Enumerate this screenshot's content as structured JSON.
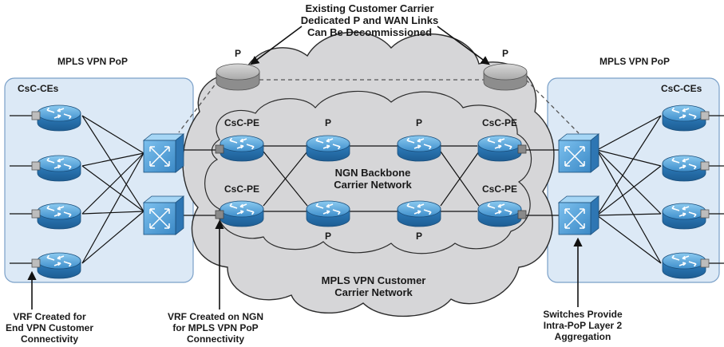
{
  "callouts": {
    "top": [
      "Existing Customer Carrier",
      "Dedicated P and WAN Links",
      "Can Be Decommissioned"
    ],
    "bottom_left": [
      "VRF Created for",
      "End VPN Customer",
      "Connectivity"
    ],
    "bottom_mid": [
      "VRF Created on NGN",
      "for MPLS VPN PoP",
      "Connectivity"
    ],
    "bottom_right": [
      "Switches Provide",
      "Intra-PoP Layer 2",
      "Aggregation"
    ]
  },
  "pops": {
    "left_title": "MPLS VPN PoP",
    "right_title": "MPLS VPN PoP",
    "left_ce_label": "CsC-CEs",
    "right_ce_label": "CsC-CEs"
  },
  "clouds": {
    "backbone": [
      "NGN Backbone",
      "Carrier Network"
    ],
    "customer": [
      "MPLS VPN Customer",
      "Carrier Network"
    ]
  },
  "nodes": {
    "cscpe": "CsC-PE",
    "p": "P",
    "legacy_p_left": "P",
    "legacy_p_right": "P"
  },
  "colors": {
    "cloud_fill": "#d6d6d8",
    "cloud_stroke": "#2b2b2b",
    "pop_fill": "#dce9f6",
    "pop_stroke": "#7aa0c8",
    "router_blue": "#4e9fd6",
    "router_dark": "#2a6fa6",
    "switch_blue": "#4a9ad3",
    "interface_gray": "#9a9a9a",
    "legacy_gray": "#a8a8a8"
  },
  "icons": [
    "router-icon",
    "switch-icon",
    "legacy-p-router-icon",
    "arrow-icon"
  ]
}
